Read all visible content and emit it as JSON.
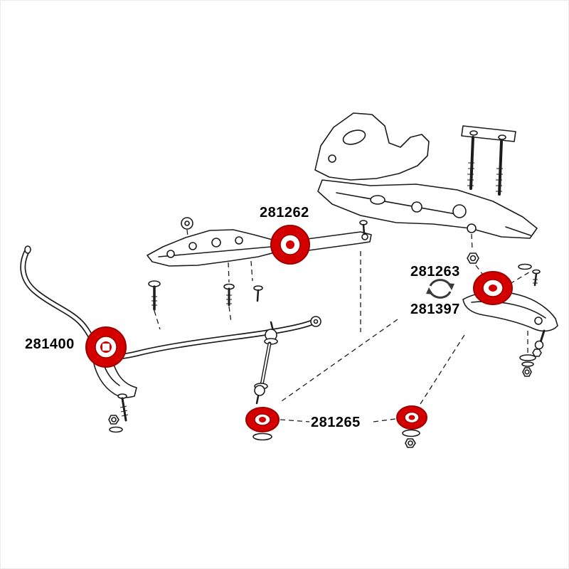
{
  "diagram": {
    "subject": "front suspension bushings exploded diagram",
    "colors": {
      "highlight": "#d40000",
      "highlight_dark": "#9e0000",
      "line": "#1c1c1c",
      "background": "#ffffff"
    },
    "labels": [
      {
        "text": "281262"
      },
      {
        "text": "281263"
      },
      {
        "text": "281397"
      },
      {
        "text": "281400"
      },
      {
        "text": "281265"
      }
    ],
    "swap_icon": {
      "name": "swap-icon",
      "meaning": "alternate part number"
    }
  }
}
